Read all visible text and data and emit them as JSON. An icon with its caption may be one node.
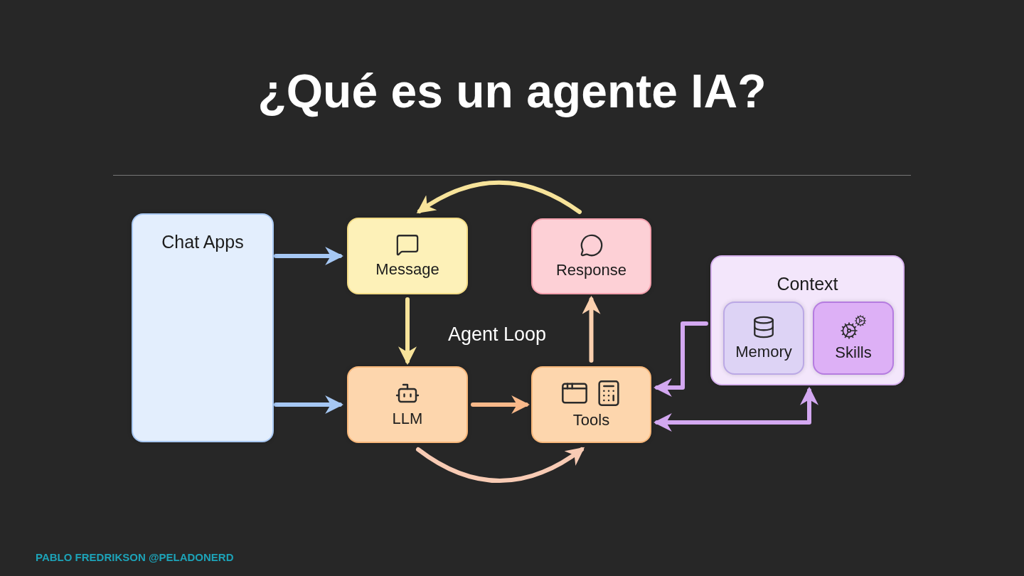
{
  "diagram": {
    "title": "¿Qué es un agente IA?",
    "nodes": [
      {
        "text": [
          "Chat Apps"
        ]
      },
      {
        "text": [
          "Message"
        ]
      },
      {
        "text": [
          "LLM"
        ]
      },
      {
        "text": [
          "Tools"
        ]
      },
      {
        "text": [
          "Response"
        ]
      },
      {
        "text": [
          "Context"
        ]
      },
      {
        "text": [
          "Memory"
        ],
        "in": 5
      },
      {
        "text": [
          "Skills"
        ],
        "in": 5
      }
    ],
    "edges": [
      {
        "from": 0,
        "to": 1,
        "arrow": "to",
        "color": "#a6c8f4"
      },
      {
        "from": 0,
        "to": 2,
        "arrow": "to",
        "color": "#a6c8f4"
      },
      {
        "from": 1,
        "to": 2,
        "arrow": "to",
        "color": "#f7e39a"
      },
      {
        "from": 2,
        "to": 3,
        "arrow": "to",
        "color": "#f9b98a"
      },
      {
        "from": 3,
        "to": 4,
        "arrow": "to",
        "color": "#fbd0ae"
      },
      {
        "from": 4,
        "to": 1,
        "arrow": "to",
        "color": "#f7e39a"
      },
      {
        "from": 2,
        "to": 3,
        "arrow": "to",
        "color": "#f8cbb4"
      },
      {
        "from": 5,
        "to": 3,
        "arrow": "to",
        "color": "#d3a8f1"
      },
      {
        "from": 3,
        "to": 5,
        "arrow": "both",
        "color": "#d3a8f1"
      }
    ],
    "labels": [
      "Agent Loop",
      "PABLO FREDRIKSON @PELADONERD"
    ]
  }
}
